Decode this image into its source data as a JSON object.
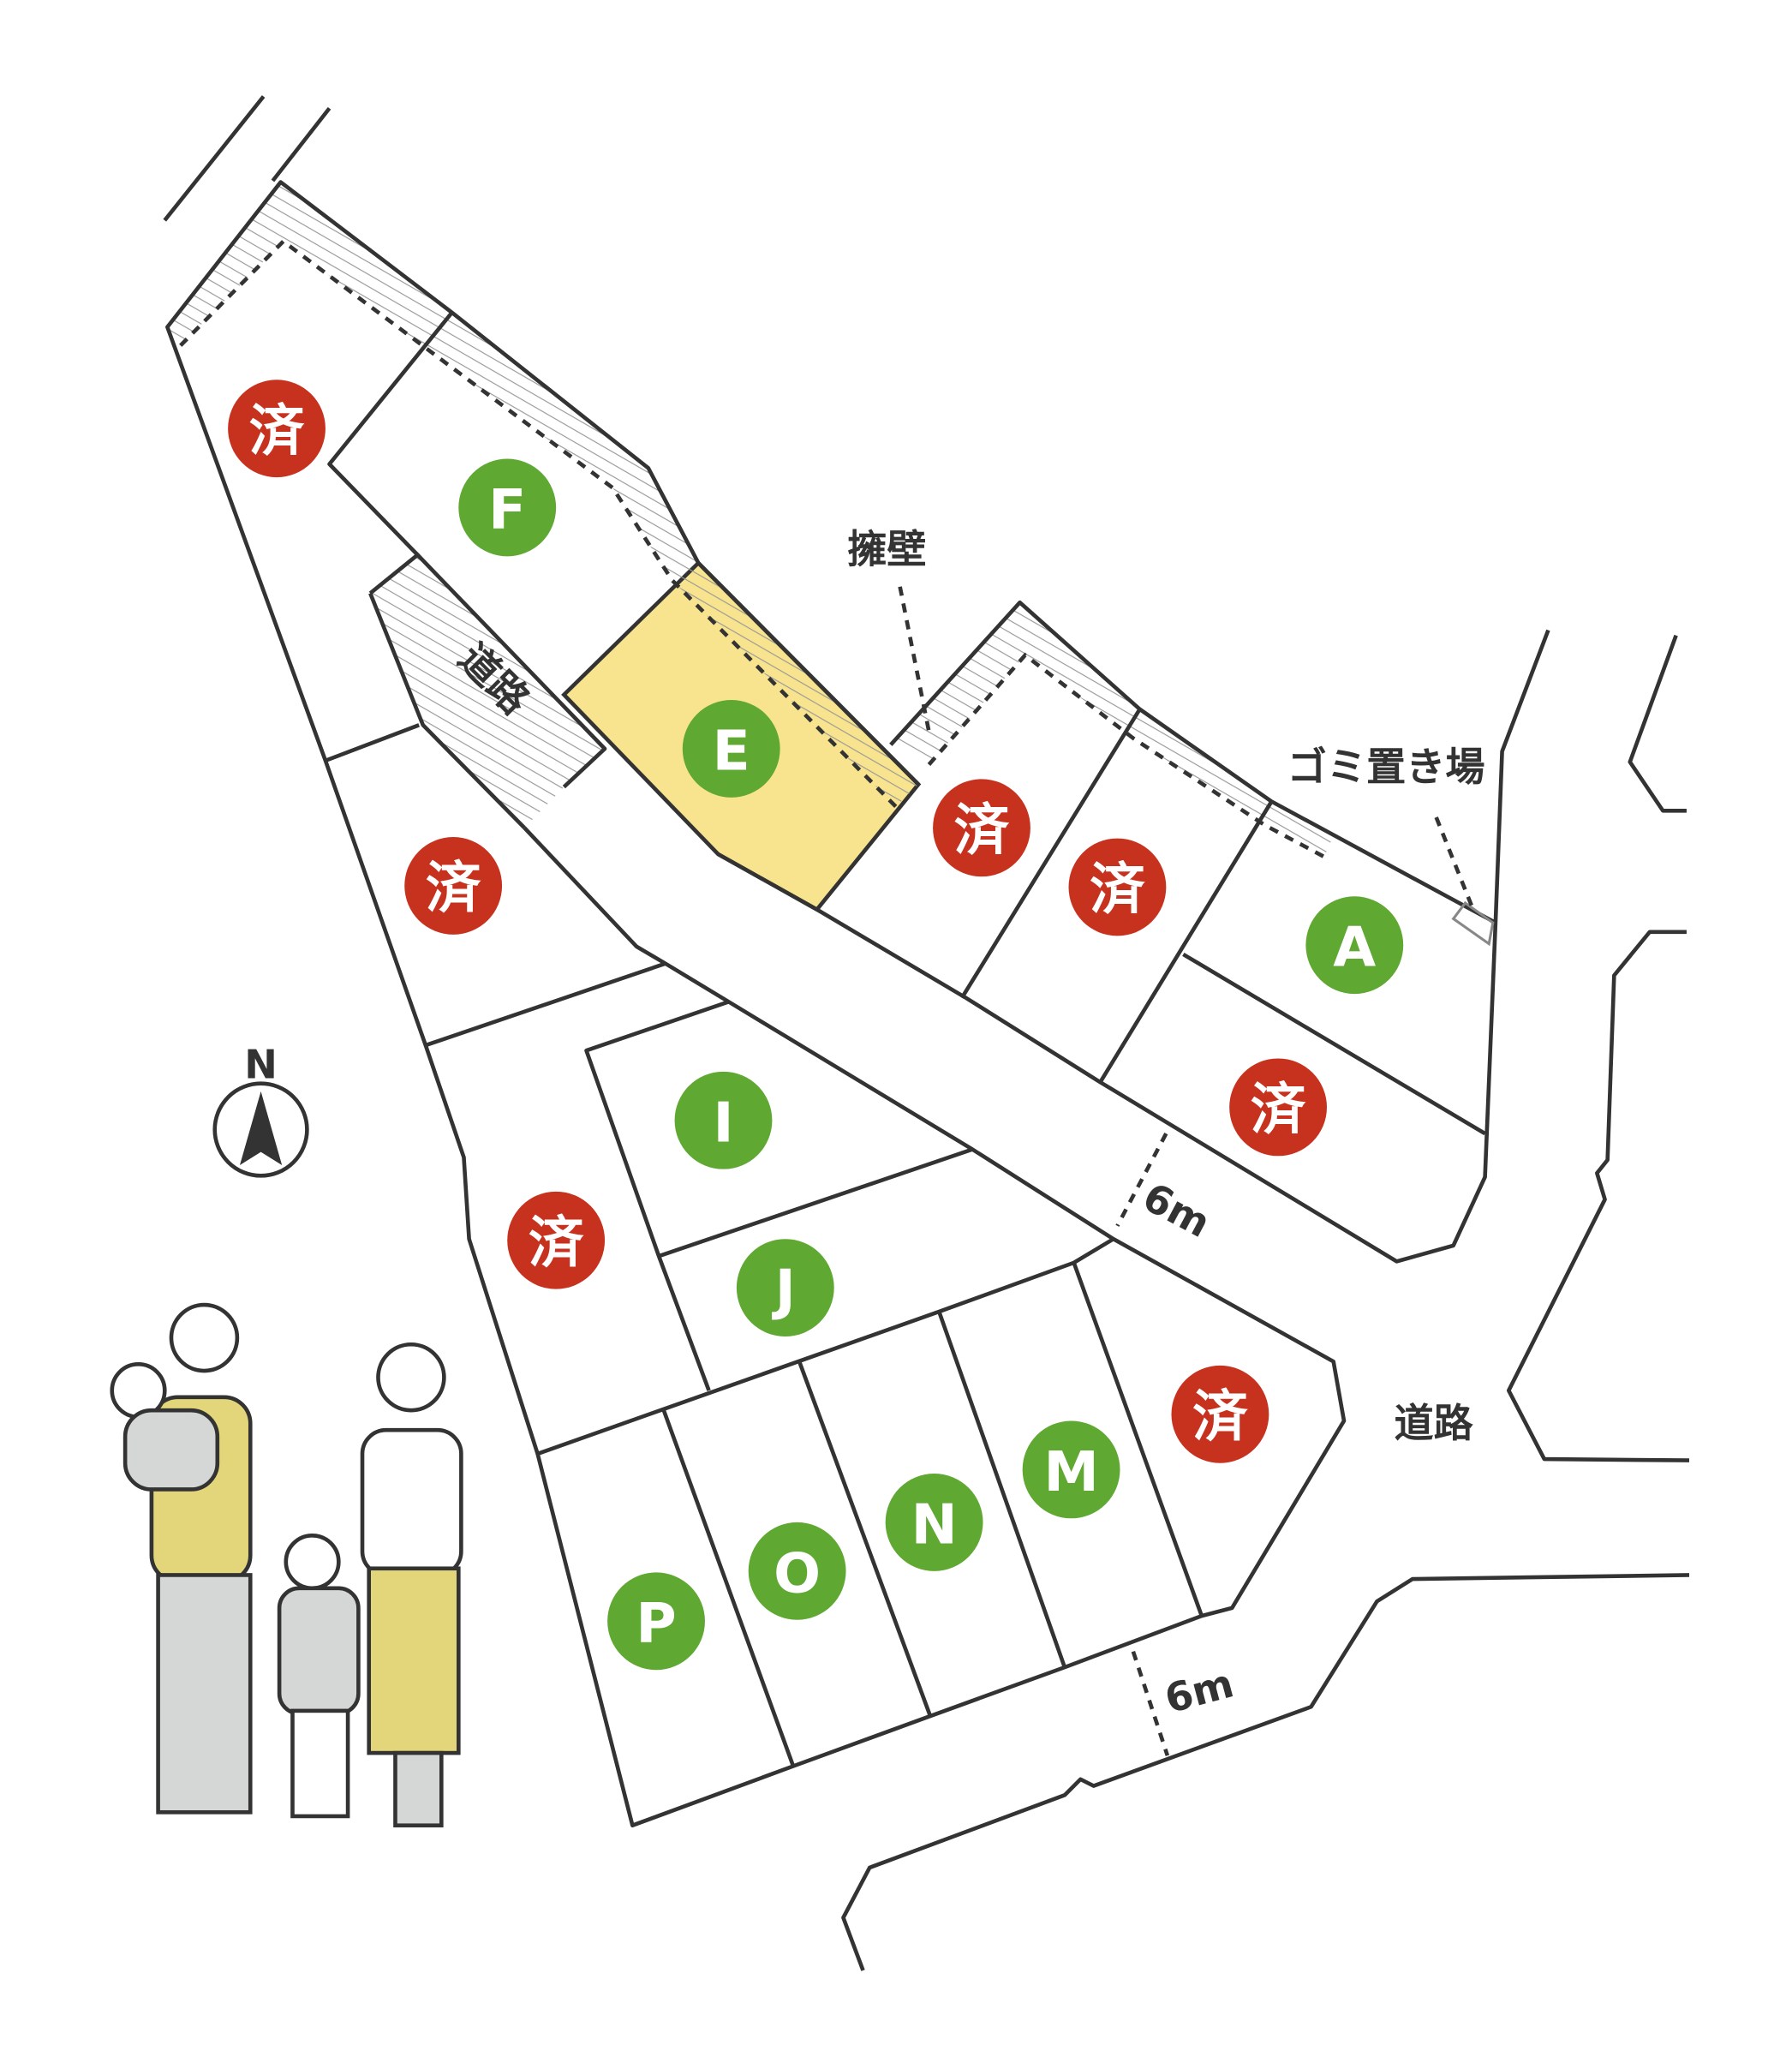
{
  "colors": {
    "available": "#5fa832",
    "sold": "#c7321f",
    "highlight": "#f8e48e",
    "line": "#333333"
  },
  "lots": [
    {
      "id": "sold-1",
      "label": "済",
      "status": "sold"
    },
    {
      "id": "F",
      "label": "F",
      "status": "available"
    },
    {
      "id": "E",
      "label": "E",
      "status": "available",
      "highlighted": true
    },
    {
      "id": "sold-2",
      "label": "済",
      "status": "sold"
    },
    {
      "id": "sold-3",
      "label": "済",
      "status": "sold"
    },
    {
      "id": "A",
      "label": "A",
      "status": "available"
    },
    {
      "id": "sold-4",
      "label": "済",
      "status": "sold"
    },
    {
      "id": "sold-5",
      "label": "済",
      "status": "sold"
    },
    {
      "id": "I",
      "label": "I",
      "status": "available"
    },
    {
      "id": "J",
      "label": "J",
      "status": "available"
    },
    {
      "id": "sold-6",
      "label": "済",
      "status": "sold"
    },
    {
      "id": "M",
      "label": "M",
      "status": "available"
    },
    {
      "id": "sold-7",
      "label": "済",
      "status": "sold"
    },
    {
      "id": "N",
      "label": "N",
      "status": "available"
    },
    {
      "id": "O",
      "label": "O",
      "status": "available"
    },
    {
      "id": "P",
      "label": "P",
      "status": "available"
    }
  ],
  "labels": {
    "retaining_wall": "擁壁",
    "garbage_area": "ゴミ置き場",
    "road_inner": "道路",
    "road_east": "道路",
    "width_1": "6m",
    "width_2": "6m",
    "north": "N"
  }
}
